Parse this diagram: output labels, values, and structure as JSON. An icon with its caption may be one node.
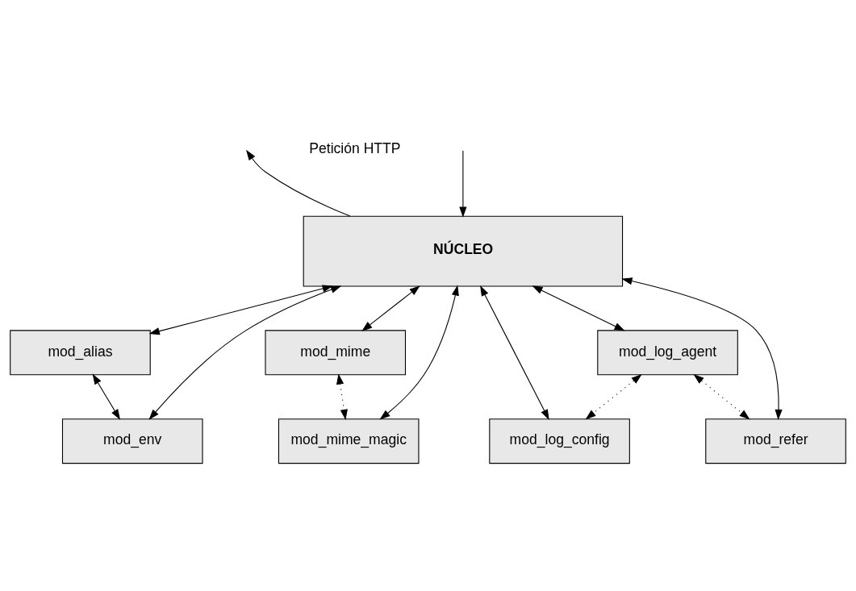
{
  "diagram": {
    "nodes": [
      {
        "text": [
          "NÚCLEO"
        ]
      },
      {
        "text": [
          "mod_alias"
        ]
      },
      {
        "text": [
          "mod_mime"
        ]
      },
      {
        "text": [
          "mod_log_agent"
        ]
      },
      {
        "text": [
          "mod_env"
        ]
      },
      {
        "text": [
          "mod_mime_magic"
        ]
      },
      {
        "text": [
          "mod_log_config"
        ]
      },
      {
        "text": [
          "mod_refer"
        ]
      }
    ],
    "edges": [
      {
        "from": 0,
        "to": null,
        "arrow": "to"
      },
      {
        "from": null,
        "to": 0,
        "arrow": "to"
      },
      {
        "from": 0,
        "to": 1,
        "arrow": "both"
      },
      {
        "from": 0,
        "to": 2,
        "arrow": "both"
      },
      {
        "from": 0,
        "to": 5,
        "arrow": "both"
      },
      {
        "from": 0,
        "to": 4,
        "arrow": "both"
      },
      {
        "from": 0,
        "to": 3,
        "arrow": "both"
      },
      {
        "from": 0,
        "to": 6,
        "arrow": "both"
      },
      {
        "from": 0,
        "to": 7,
        "arrow": "both"
      },
      {
        "from": 1,
        "to": 4,
        "arrow": "both"
      },
      {
        "from": 2,
        "to": 5,
        "arrow": "both",
        "style": "dashed"
      },
      {
        "from": 3,
        "to": 6,
        "arrow": "both",
        "style": "dashed"
      },
      {
        "from": 3,
        "to": 7,
        "arrow": "both",
        "style": "dashed"
      }
    ],
    "labels": [
      "Petición HTTP"
    ]
  }
}
